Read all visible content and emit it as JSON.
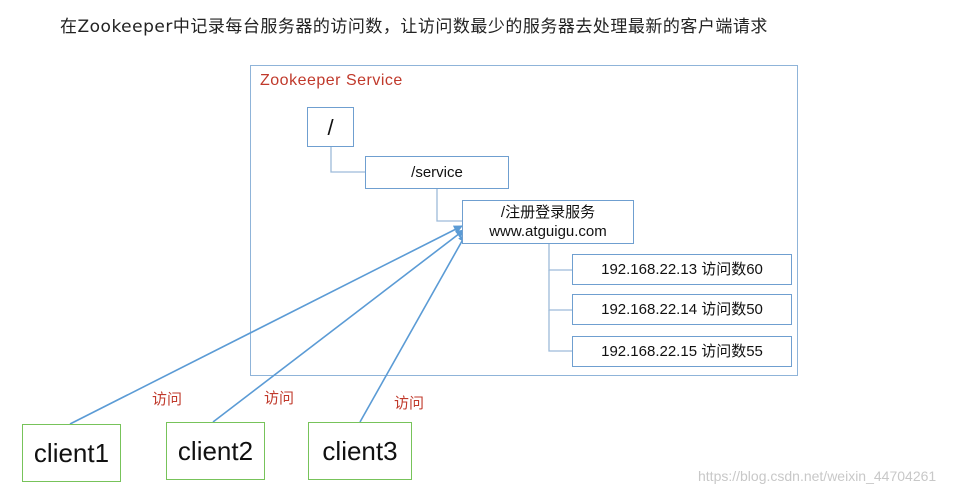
{
  "title": {
    "prefix": "在",
    "brand": "Zookeeper",
    "suffix": "中记录每台服务器的访问数，让访问数最少的服务器去处理最新的客户端请求"
  },
  "service": {
    "label": "Zookeeper Service"
  },
  "tree": {
    "root": "/",
    "service": "/service",
    "register_line1": "/注册登录服务",
    "register_line2": "www.atguigu.com"
  },
  "servers": [
    {
      "text": "192.168.22.13  访问数60"
    },
    {
      "text": "192.168.22.14 访问数50"
    },
    {
      "text": "192.168.22.15 访问数55"
    }
  ],
  "clients": [
    {
      "name": "client1",
      "edge_label": "访问"
    },
    {
      "name": "client2",
      "edge_label": "访问"
    },
    {
      "name": "client3",
      "edge_label": "访问"
    }
  ],
  "watermark": "https://blog.csdn.net/weixin_44704261",
  "colors": {
    "node_border": "#6f9fd0",
    "client_border": "#77c35a",
    "accent_red": "#c0392b",
    "arrow": "#5b9bd5"
  }
}
